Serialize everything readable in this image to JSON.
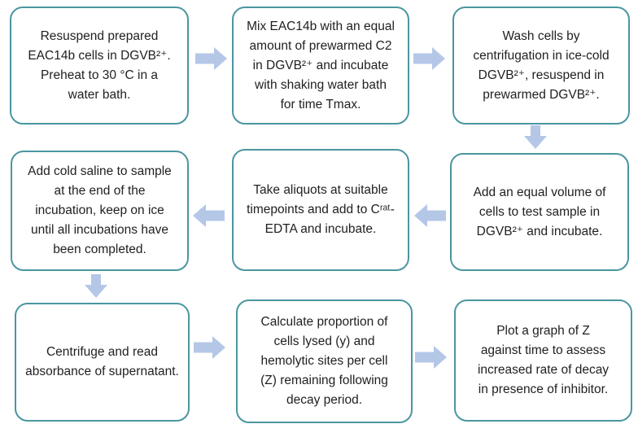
{
  "colors": {
    "background": "#ffffff",
    "box_border": "#4a96a0",
    "box_fill": "#ffffff",
    "arrow_fill": "#b4c7e7",
    "text": "#1f1f1f"
  },
  "flowchart": {
    "steps": [
      {
        "step": 1,
        "grid": "row1-col1",
        "text": "Resuspend prepared\nEAC14b cells in DGVB²⁺.\nPreheat to 30 °C in a\nwater bath."
      },
      {
        "step": 2,
        "grid": "row1-col2",
        "text": "Mix EAC14b with an equal\namount of prewarmed C2\nin DGVB²⁺ and incubate\nwith shaking water bath\nfor time Tmax."
      },
      {
        "step": 3,
        "grid": "row1-col3",
        "text": "Wash cells by\ncentrifugation in ice-cold\nDGVB²⁺, resuspend in\nprewarmed DGVB²⁺."
      },
      {
        "step": 4,
        "grid": "row2-col3",
        "text": "Add an equal volume of\ncells to test sample in\nDGVB²⁺ and incubate."
      },
      {
        "step": 5,
        "grid": "row2-col2",
        "text": "Take aliquots at suitable\ntimepoints and add to Cʳᵃᵗ-\nEDTA and incubate."
      },
      {
        "step": 6,
        "grid": "row2-col1",
        "text": "Add cold saline to sample\nat the end of the\nincubation, keep on ice\nuntil all incubations have\nbeen completed."
      },
      {
        "step": 7,
        "grid": "row3-col1",
        "text": "Centrifuge and read\nabsorbance of supernatant."
      },
      {
        "step": 8,
        "grid": "row3-col2",
        "text": "Calculate proportion of\ncells lysed (y) and\nhemolytic sites per cell\n(Z) remaining following\ndecay period."
      },
      {
        "step": 9,
        "grid": "row3-col3",
        "text": "Plot a graph of Z\nagainst time to assess\nincreased rate of decay\nin presence of inhibitor."
      }
    ],
    "arrows": [
      {
        "from": 1,
        "to": 2,
        "direction": "right",
        "icon": "block-arrow-right-icon"
      },
      {
        "from": 2,
        "to": 3,
        "direction": "right",
        "icon": "block-arrow-right-icon"
      },
      {
        "from": 3,
        "to": 4,
        "direction": "down",
        "icon": "block-arrow-down-icon"
      },
      {
        "from": 4,
        "to": 5,
        "direction": "left",
        "icon": "block-arrow-left-icon"
      },
      {
        "from": 5,
        "to": 6,
        "direction": "left",
        "icon": "block-arrow-left-icon"
      },
      {
        "from": 6,
        "to": 7,
        "direction": "down",
        "icon": "block-arrow-down-icon"
      },
      {
        "from": 7,
        "to": 8,
        "direction": "right",
        "icon": "block-arrow-right-icon"
      },
      {
        "from": 8,
        "to": 9,
        "direction": "right",
        "icon": "block-arrow-right-icon"
      }
    ]
  }
}
